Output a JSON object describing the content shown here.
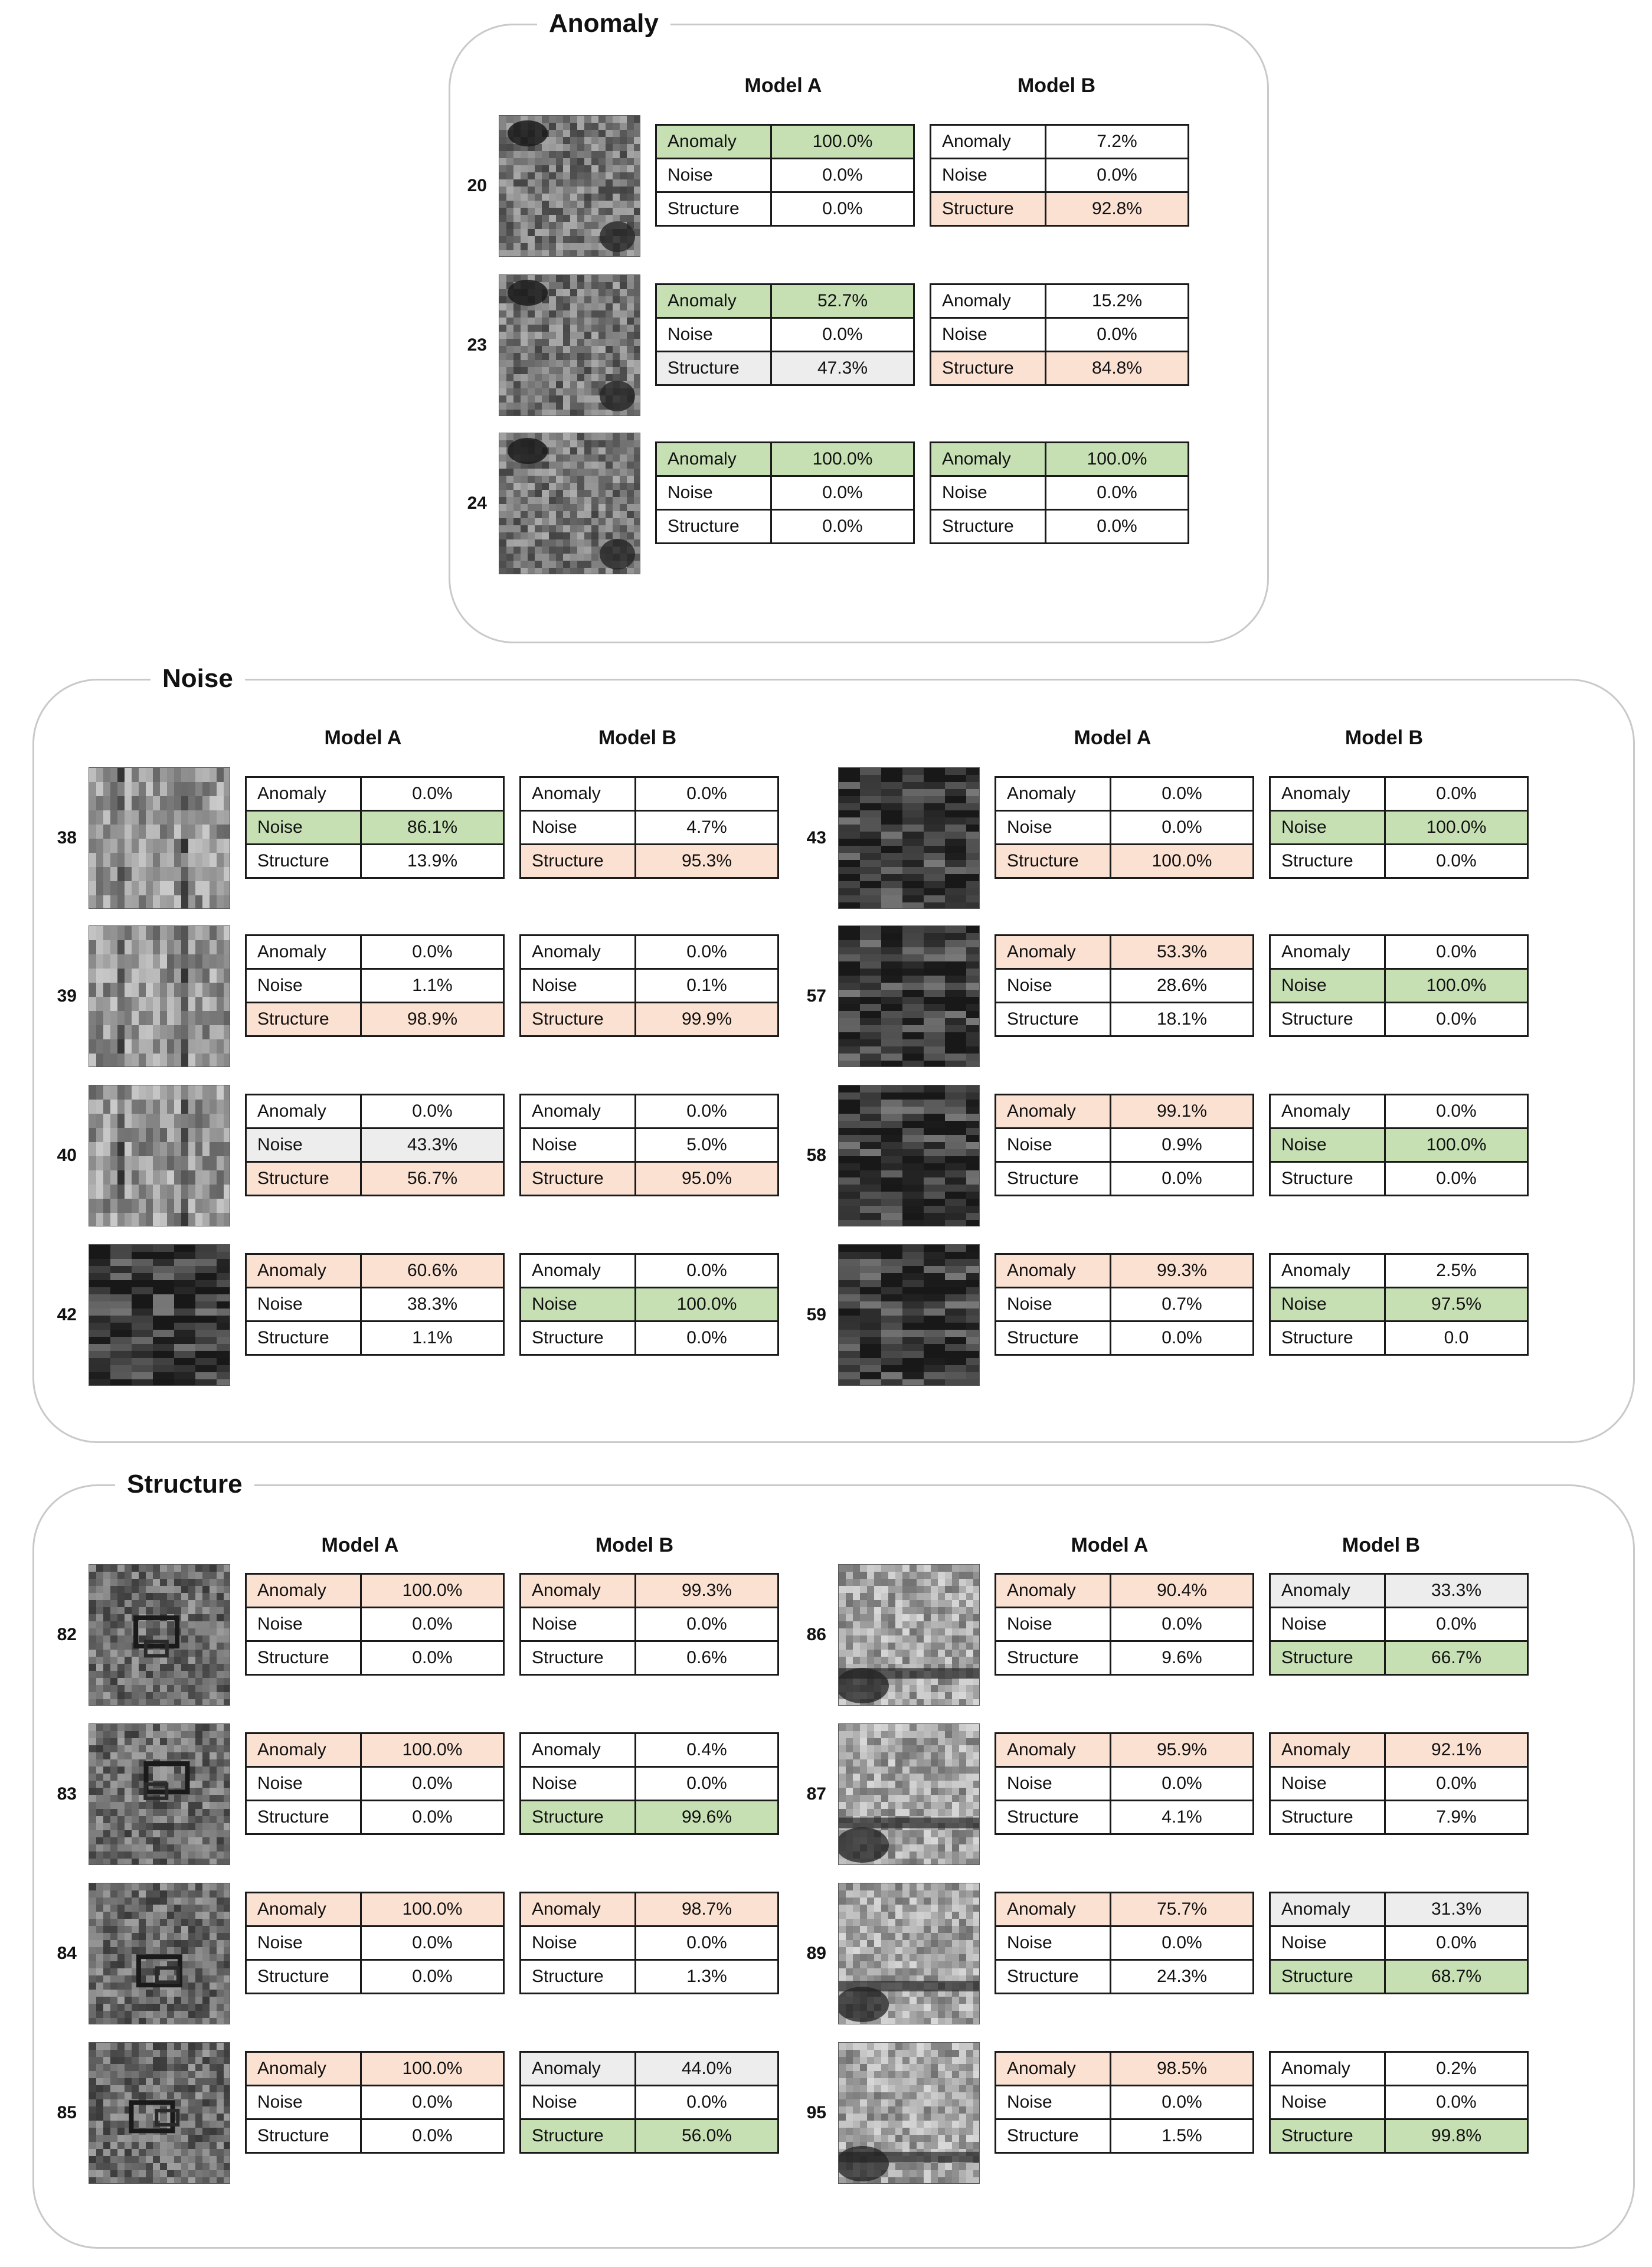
{
  "model_headers": [
    "Model A",
    "Model B"
  ],
  "row_labels": [
    "Anomaly",
    "Noise",
    "Structure"
  ],
  "groups": [
    {
      "title": "Anomaly",
      "samples": [
        {
          "id": "20",
          "a": [
            "100.0%",
            "0.0%",
            "0.0%"
          ],
          "a_hl": [
            "green",
            "",
            ""
          ],
          "b": [
            "7.2%",
            "0.0%",
            "92.8%"
          ],
          "b_hl": [
            "",
            "",
            "peach"
          ],
          "texture": "mottled"
        },
        {
          "id": "23",
          "a": [
            "52.7%",
            "0.0%",
            "47.3%"
          ],
          "a_hl": [
            "green",
            "",
            "gray"
          ],
          "b": [
            "15.2%",
            "0.0%",
            "84.8%"
          ],
          "b_hl": [
            "",
            "",
            "peach"
          ],
          "texture": "mottled"
        },
        {
          "id": "24",
          "a": [
            "100.0%",
            "0.0%",
            "0.0%"
          ],
          "a_hl": [
            "green",
            "",
            ""
          ],
          "b": [
            "100.0%",
            "0.0%",
            "0.0%"
          ],
          "b_hl": [
            "green",
            "",
            ""
          ],
          "texture": "mottled"
        }
      ]
    },
    {
      "title": "Noise",
      "samples": [
        {
          "id": "38",
          "a": [
            "0.0%",
            "86.1%",
            "13.9%"
          ],
          "a_hl": [
            "",
            "green",
            ""
          ],
          "b": [
            "0.0%",
            "4.7%",
            "95.3%"
          ],
          "b_hl": [
            "",
            "",
            "peach"
          ],
          "texture": "vertical"
        },
        {
          "id": "39",
          "a": [
            "0.0%",
            "1.1%",
            "98.9%"
          ],
          "a_hl": [
            "",
            "",
            "peach"
          ],
          "b": [
            "0.0%",
            "0.1%",
            "99.9%"
          ],
          "b_hl": [
            "",
            "",
            "peach"
          ],
          "texture": "vertical"
        },
        {
          "id": "40",
          "a": [
            "0.0%",
            "43.3%",
            "56.7%"
          ],
          "a_hl": [
            "",
            "gray",
            "peach"
          ],
          "b": [
            "0.0%",
            "5.0%",
            "95.0%"
          ],
          "b_hl": [
            "",
            "",
            "peach"
          ],
          "texture": "vertical"
        },
        {
          "id": "42",
          "a": [
            "60.6%",
            "38.3%",
            "1.1%"
          ],
          "a_hl": [
            "peach",
            "",
            ""
          ],
          "b": [
            "0.0%",
            "100.0%",
            "0.0%"
          ],
          "b_hl": [
            "",
            "green",
            ""
          ],
          "texture": "horizontal"
        },
        {
          "id": "43",
          "a": [
            "0.0%",
            "0.0%",
            "100.0%"
          ],
          "a_hl": [
            "",
            "",
            "peach"
          ],
          "b": [
            "0.0%",
            "100.0%",
            "0.0%"
          ],
          "b_hl": [
            "",
            "green",
            ""
          ],
          "texture": "horizontal"
        },
        {
          "id": "57",
          "a": [
            "53.3%",
            "28.6%",
            "18.1%"
          ],
          "a_hl": [
            "peach",
            "",
            ""
          ],
          "b": [
            "0.0%",
            "100.0%",
            "0.0%"
          ],
          "b_hl": [
            "",
            "green",
            ""
          ],
          "texture": "horizontal"
        },
        {
          "id": "58",
          "a": [
            "99.1%",
            "0.9%",
            "0.0%"
          ],
          "a_hl": [
            "peach",
            "",
            ""
          ],
          "b": [
            "0.0%",
            "100.0%",
            "0.0%"
          ],
          "b_hl": [
            "",
            "green",
            ""
          ],
          "texture": "horizontal"
        },
        {
          "id": "59",
          "a": [
            "99.3%",
            "0.7%",
            "0.0%"
          ],
          "a_hl": [
            "peach",
            "",
            ""
          ],
          "b": [
            "2.5%",
            "97.5%",
            "0.0"
          ],
          "b_hl": [
            "",
            "green",
            ""
          ],
          "texture": "horizontal"
        }
      ]
    },
    {
      "title": "Structure",
      "samples": [
        {
          "id": "82",
          "a": [
            "100.0%",
            "0.0%",
            "0.0%"
          ],
          "a_hl": [
            "peach",
            "",
            ""
          ],
          "b": [
            "99.3%",
            "0.0%",
            "0.6%"
          ],
          "b_hl": [
            "peach",
            "",
            ""
          ],
          "texture": "boxes"
        },
        {
          "id": "83",
          "a": [
            "100.0%",
            "0.0%",
            "0.0%"
          ],
          "a_hl": [
            "peach",
            "",
            ""
          ],
          "b": [
            "0.4%",
            "0.0%",
            "99.6%"
          ],
          "b_hl": [
            "",
            "",
            "green"
          ],
          "texture": "boxes"
        },
        {
          "id": "84",
          "a": [
            "100.0%",
            "0.0%",
            "0.0%"
          ],
          "a_hl": [
            "peach",
            "",
            ""
          ],
          "b": [
            "98.7%",
            "0.0%",
            "1.3%"
          ],
          "b_hl": [
            "peach",
            "",
            ""
          ],
          "texture": "boxes"
        },
        {
          "id": "85",
          "a": [
            "100.0%",
            "0.0%",
            "0.0%"
          ],
          "a_hl": [
            "peach",
            "",
            ""
          ],
          "b": [
            "44.0%",
            "0.0%",
            "56.0%"
          ],
          "b_hl": [
            "gray",
            "",
            "green"
          ],
          "texture": "boxes"
        },
        {
          "id": "86",
          "a": [
            "90.4%",
            "0.0%",
            "9.6%"
          ],
          "a_hl": [
            "peach",
            "",
            ""
          ],
          "b": [
            "33.3%",
            "0.0%",
            "66.7%"
          ],
          "b_hl": [
            "gray",
            "",
            "green"
          ],
          "texture": "light"
        },
        {
          "id": "87",
          "a": [
            "95.9%",
            "0.0%",
            "4.1%"
          ],
          "a_hl": [
            "peach",
            "",
            ""
          ],
          "b": [
            "92.1%",
            "0.0%",
            "7.9%"
          ],
          "b_hl": [
            "peach",
            "",
            ""
          ],
          "texture": "light"
        },
        {
          "id": "89",
          "a": [
            "75.7%",
            "0.0%",
            "24.3%"
          ],
          "a_hl": [
            "peach",
            "",
            ""
          ],
          "b": [
            "31.3%",
            "0.0%",
            "68.7%"
          ],
          "b_hl": [
            "gray",
            "",
            "green"
          ],
          "texture": "light"
        },
        {
          "id": "95",
          "a": [
            "98.5%",
            "0.0%",
            "1.5%"
          ],
          "a_hl": [
            "peach",
            "",
            ""
          ],
          "b": [
            "0.2%",
            "0.0%",
            "99.8%"
          ],
          "b_hl": [
            "",
            "",
            "green"
          ],
          "texture": "light"
        }
      ]
    }
  ],
  "colors": {
    "green": "#c6e0b4",
    "peach": "#fbe1d2",
    "gray": "#ededed",
    "border": "#c9c9c9"
  }
}
